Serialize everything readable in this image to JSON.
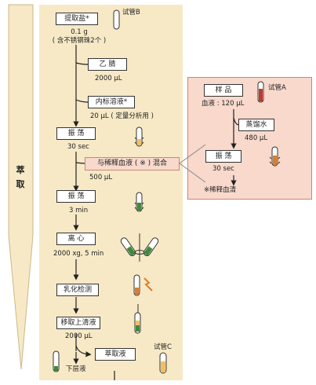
{
  "side_label": "萃\n取",
  "steps": {
    "s1": {
      "title": "提取盐*",
      "line1": "0.1 g",
      "line2": "( 含不锈钢珠2个 )",
      "tube": "试管B"
    },
    "s2": {
      "title": "乙 腈",
      "line1": "2000 μL"
    },
    "s3": {
      "title": "内标溶液*",
      "line1": "20 μL ( 定量分析用 )"
    },
    "s4": {
      "title": "振 荡",
      "line1": "30 sec"
    },
    "s5": {
      "title": "与稀释血液 ( ※ ) 混合",
      "line1": "500 μL"
    },
    "s6": {
      "title": "振 荡",
      "line1": "3 min"
    },
    "s7": {
      "title": "离 心",
      "line1": "2000 xg, 5 min"
    },
    "s8": {
      "title": "乳化检测"
    },
    "s9": {
      "title": "移取上清液",
      "line1": "2000 μL"
    },
    "s10": {
      "title": "萃取液",
      "tube": "试管C"
    },
    "s11": {
      "line1": "下层液"
    }
  },
  "side_panel": {
    "sample_title": "样 品",
    "sample_amount": "血液 : 120 μL",
    "tube": "试管A",
    "water_title": "蒸馏水",
    "water_amount": "480 μL",
    "shake_title": "振 荡",
    "shake_time": "30 sec",
    "note": "※稀释血清"
  },
  "colors": {
    "column_bg": "#f7e9c6",
    "side_bg": "#f8d9cc",
    "blood": "#c0392b",
    "green": "#3f8a3a",
    "orange": "#e07b2a"
  }
}
